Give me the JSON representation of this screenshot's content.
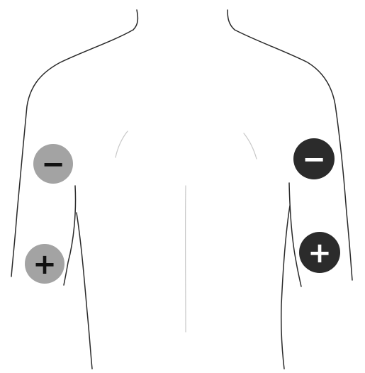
{
  "electrodes": [
    {
      "id": "left-negative",
      "side": "left",
      "polarity": "negative",
      "symbol": "−",
      "fill": "#a3a3a3",
      "text_color": "#111111"
    },
    {
      "id": "left-positive",
      "side": "left",
      "polarity": "positive",
      "symbol": "+",
      "fill": "#a3a3a3",
      "text_color": "#111111"
    },
    {
      "id": "right-negative",
      "side": "right",
      "polarity": "negative",
      "symbol": "−",
      "fill": "#2b2b2b",
      "text_color": "#ffffff"
    },
    {
      "id": "right-positive",
      "side": "right",
      "polarity": "positive",
      "symbol": "+",
      "fill": "#2b2b2b",
      "text_color": "#ffffff"
    }
  ]
}
